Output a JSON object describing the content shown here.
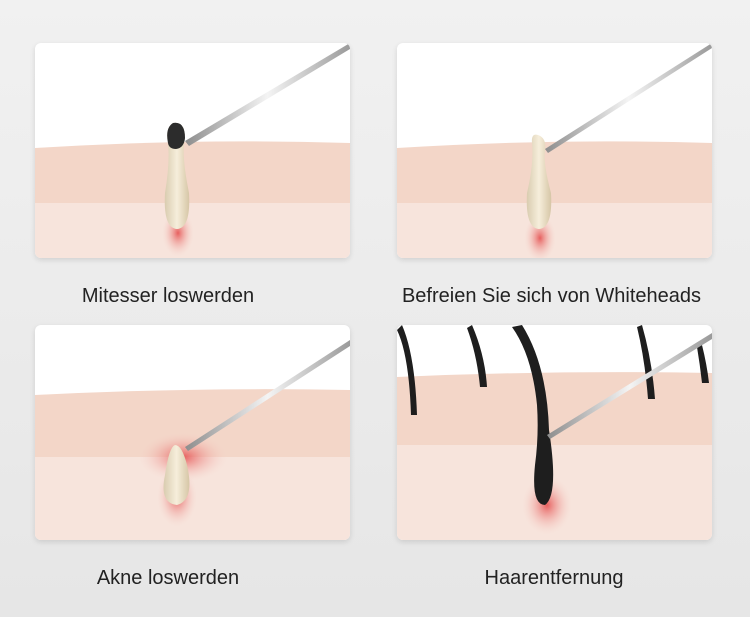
{
  "captions": [
    "Mitesser loswerden",
    "Befreien Sie sich von Whiteheads",
    "Akne loswerden",
    "Haarentfernung"
  ],
  "colors": {
    "skin_top": "#f3d6c8",
    "skin_front": "#f7e4dc",
    "plug": "#f1e6cf",
    "blackhead": "#2a2a2a",
    "hair": "#1e1e1e",
    "redness": "#e55b5b"
  }
}
